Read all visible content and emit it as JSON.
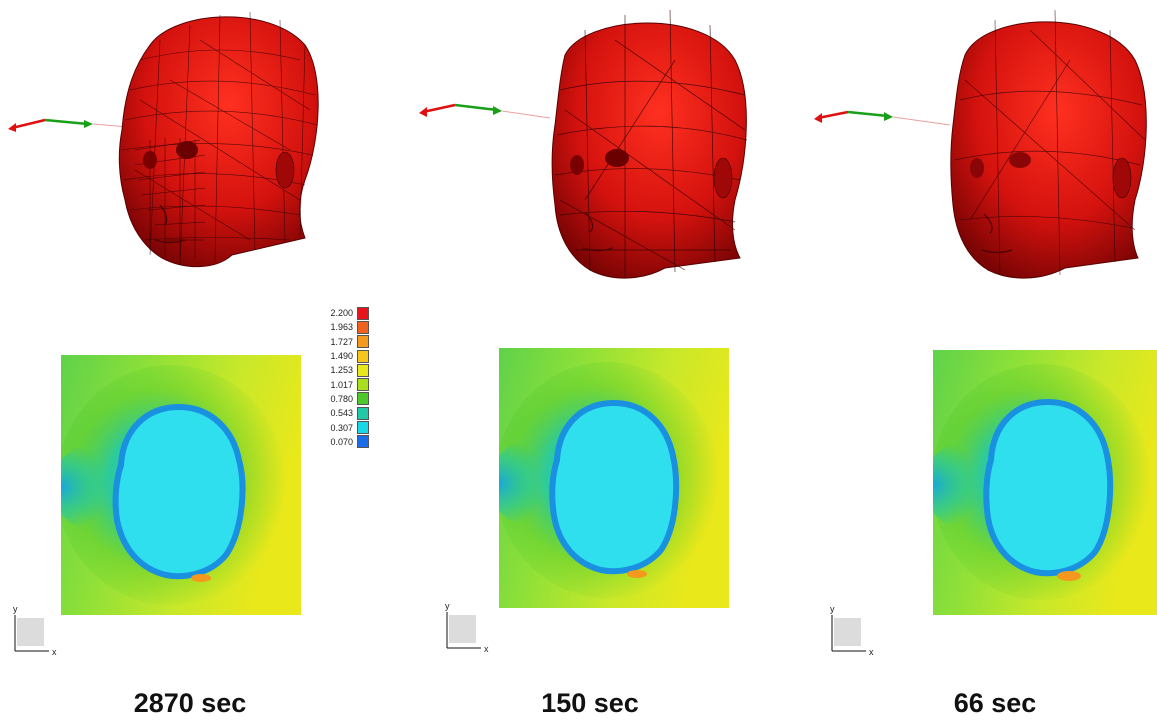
{
  "panels": [
    {
      "id": "p1",
      "time_label": "2870 sec",
      "mesh_density": "fine"
    },
    {
      "id": "p2",
      "time_label": "150 sec",
      "mesh_density": "medium"
    },
    {
      "id": "p3",
      "time_label": "66 sec",
      "mesh_density": "coarse"
    }
  ],
  "colorbar": {
    "values": [
      "2.200",
      "1.963",
      "1.727",
      "1.490",
      "1.253",
      "1.017",
      "0.780",
      "0.543",
      "0.307",
      "0.070"
    ],
    "colors": [
      "#e8141a",
      "#f0621e",
      "#f5981e",
      "#f7c51d",
      "#e8e81b",
      "#a8de1c",
      "#4cc82a",
      "#22c8a8",
      "#18d8e8",
      "#1a6ce8"
    ]
  },
  "axis_triad": {
    "x_label": "x",
    "y_label": "y"
  },
  "colors": {
    "head_red": "#d4120e",
    "head_dark": "#8a0606",
    "mesh_line": "#2a0000",
    "vector_red": "#e01010",
    "vector_green": "#18a018"
  }
}
